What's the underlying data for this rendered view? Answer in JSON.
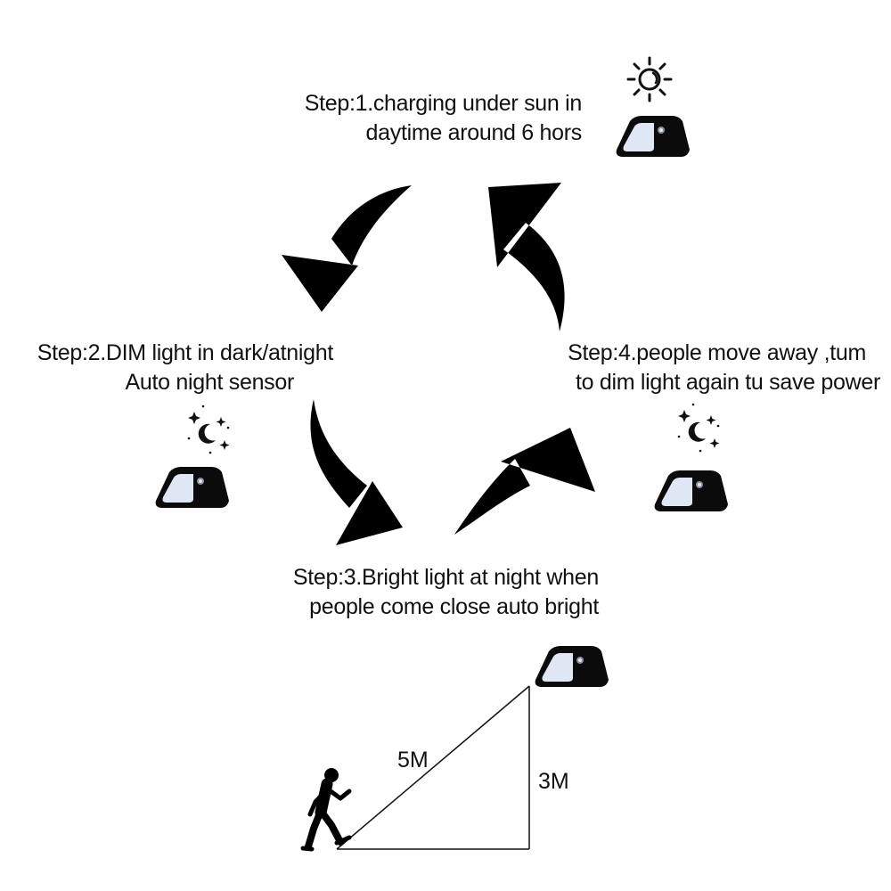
{
  "steps": {
    "step1": {
      "line1": "Step:1.charging under sun in",
      "line2": "daytime around 6 hors"
    },
    "step2": {
      "line1": "Step:2.DIM light in dark/atnight",
      "line2": "Auto night sensor"
    },
    "step3": {
      "line1": "Step:3.Bright light at night when",
      "line2": "people come close auto bright"
    },
    "step4": {
      "line1": "Step:4.people move away ,tum",
      "line2": "to dim light again tu save power"
    }
  },
  "dimensions": {
    "hypotenuse": "5M",
    "height": "3M"
  },
  "icons": [
    "sun-icon",
    "moon-stars-icon",
    "solar-lamp-icon",
    "running-person-icon",
    "cycle-arrow-icon"
  ],
  "colors": {
    "ink": "#000000",
    "text": "#111111",
    "lamp_lens": "#dfe6f4",
    "background": "#ffffff"
  }
}
